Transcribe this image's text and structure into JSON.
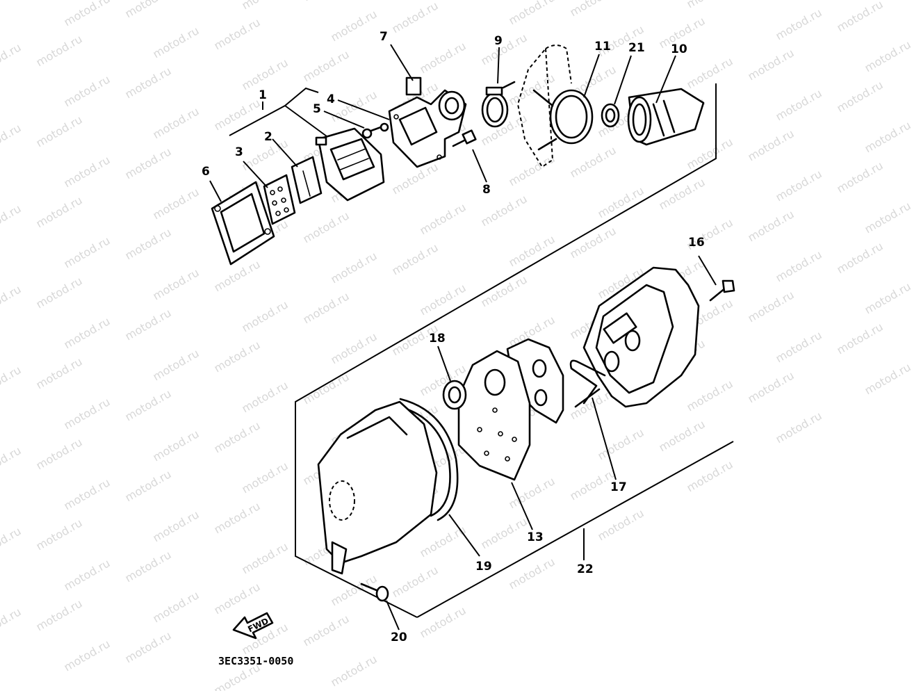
{
  "watermark": "motod.ru",
  "diagram_code": "3EC3351-0050",
  "direction_label": "FWD",
  "callouts": {
    "p1": "1",
    "p2": "2",
    "p3": "3",
    "p4": "4",
    "p5": "5",
    "p6": "6",
    "p7": "7",
    "p8": "8",
    "p9": "9",
    "p10": "10",
    "p11": "11",
    "p13": "13",
    "p16": "16",
    "p17": "17",
    "p18": "18",
    "p19": "19",
    "p20": "20",
    "p21": "21",
    "p22": "22"
  },
  "colors": {
    "ink": "#000000",
    "paper": "#ffffff",
    "watermark": "#b8b8b8"
  }
}
